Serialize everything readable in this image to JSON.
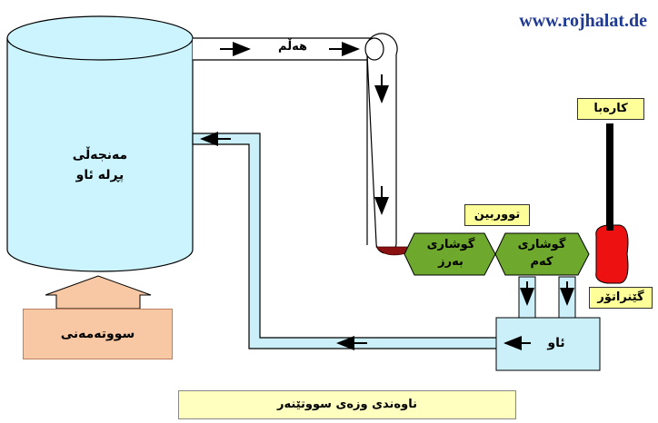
{
  "website": "www.rojhalat.de",
  "tank": {
    "line1": "مەنجەڵی",
    "line2": "پڕلە ئاو"
  },
  "pipe_label": "هەڵم",
  "turbine_label": "تووربین",
  "high_pressure": {
    "line1": "گوشاری",
    "line2": "بەرز"
  },
  "low_pressure": {
    "line1": "گوشاری",
    "line2": "کەم"
  },
  "electricity_label": "کارەبا",
  "generator_label": "گێنراتۆر",
  "condenser_label": "ئاو",
  "fuel_label": "سووتەمەنی",
  "title": "ناوەندی وزەی سووتێنەر",
  "colors": {
    "tank": "#ccf4ff",
    "turbine": "#6ea82c",
    "generator": "#ee1111",
    "water_pipe": "#ccf0fa",
    "label_bg": "#ffff99",
    "fuel_bg": "#f8c8a4"
  }
}
